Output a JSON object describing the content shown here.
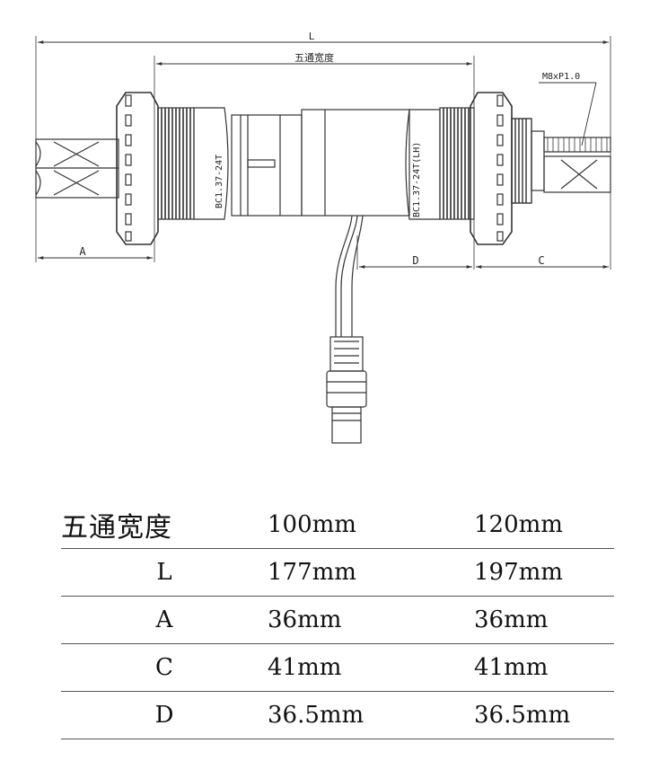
{
  "drawing": {
    "dims": {
      "L": "L",
      "shell": "五通宽度",
      "A": "A",
      "C": "C",
      "D": "D",
      "thread": "M8xP1.0"
    },
    "cup_left_text": "BC1.37-24T",
    "cup_right_text": "BC1.37-24T(LH)"
  },
  "table": {
    "rows": [
      [
        "五通宽度",
        "100mm",
        "120mm"
      ],
      [
        "L",
        "177mm",
        "197mm"
      ],
      [
        "A",
        "36mm",
        "36mm"
      ],
      [
        "C",
        "41mm",
        "41mm"
      ],
      [
        "D",
        "36.5mm",
        "36.5mm"
      ]
    ]
  }
}
